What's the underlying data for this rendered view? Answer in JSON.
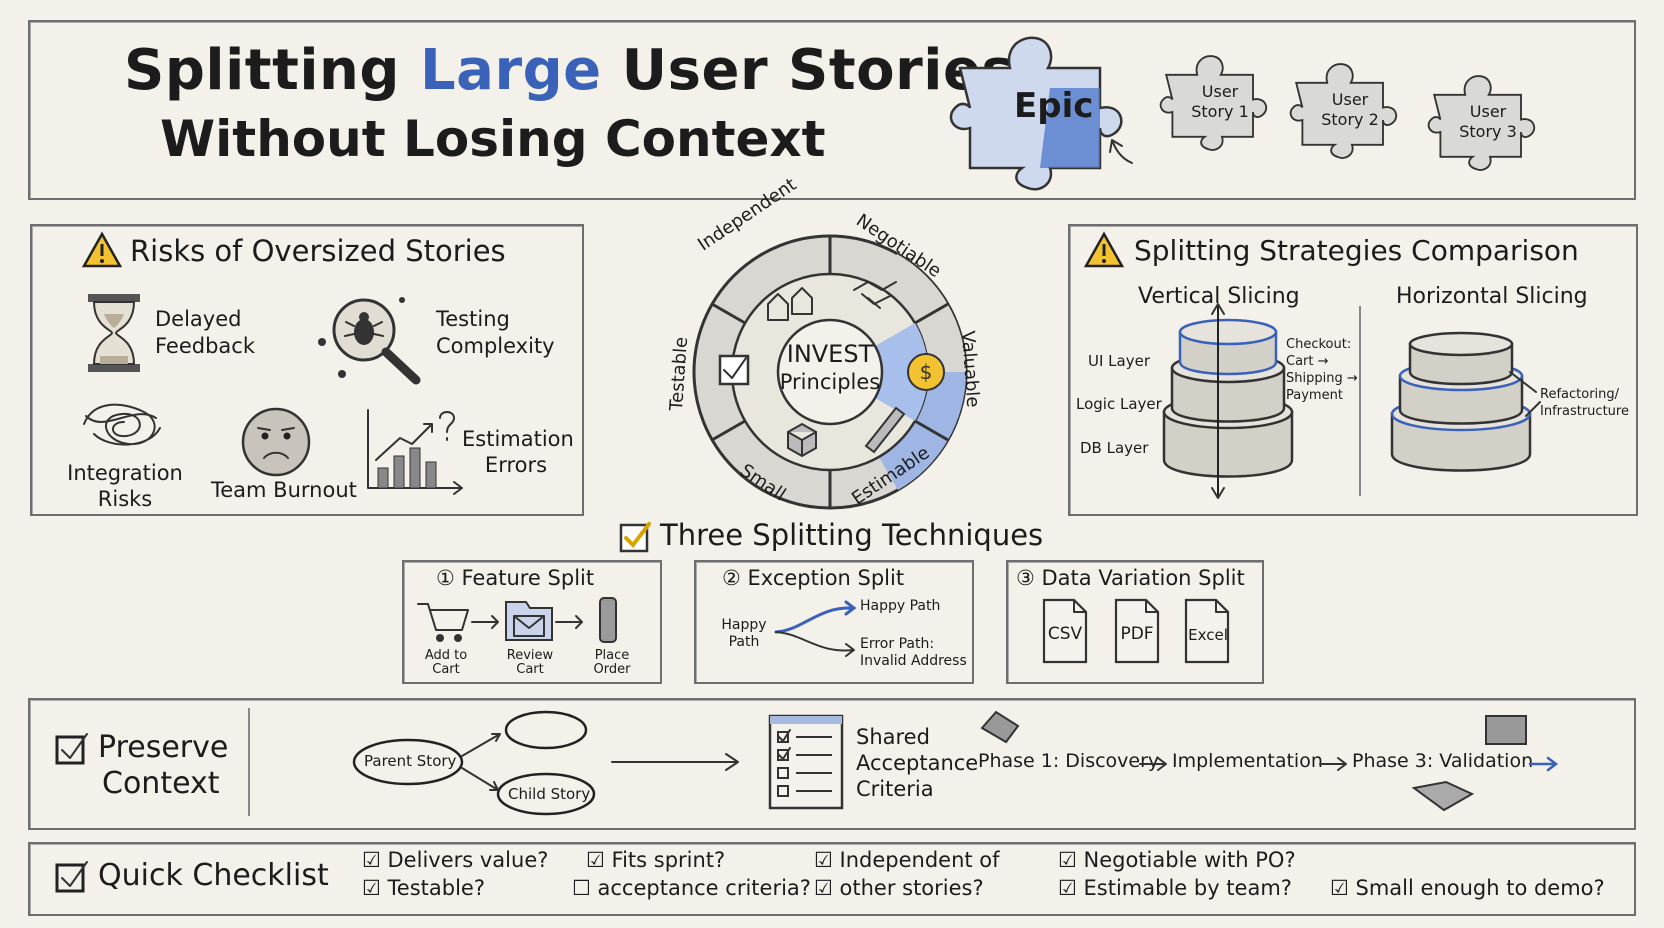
{
  "header": {
    "title_part1": "Splitting ",
    "title_highlight": "Large",
    "title_part2": " User Stories",
    "title_line2": "Without Losing Context",
    "puzzle": {
      "epic": "Epic",
      "story1": "User Story 1",
      "story2": "User Story 2",
      "story3": "User Story 3"
    }
  },
  "risks": {
    "title": "Risks of Oversized Stories",
    "items": {
      "delayed": "Delayed Feedback",
      "testing": "Testing Complexity",
      "integration": "Integration Risks",
      "burnout": "Team Burnout",
      "estimation": "Estimation Errors"
    }
  },
  "invest": {
    "center_line1": "INVEST",
    "center_line2": "Principles",
    "segments": [
      "Independent",
      "Negotiable",
      "Valuable",
      "Estimable",
      "Small",
      "Testable"
    ]
  },
  "strategies": {
    "title": "Splitting Strategies Comparison",
    "vertical": {
      "title": "Vertical Slicing",
      "layers": [
        "UI Layer",
        "Logic Layer",
        "DB Layer"
      ],
      "note": "Checkout: Cart → Shipping → Payment"
    },
    "horizontal": {
      "title": "Horizontal Slicing",
      "note": "Refactoring/ Infrastructure"
    }
  },
  "techniques": {
    "title": "Three Splitting Techniques",
    "feature": {
      "title": "① Feature Split",
      "steps": [
        "Add to Cart",
        "Review Cart",
        "Place Order"
      ]
    },
    "exception": {
      "title": "② Exception Split",
      "start": "Happy Path",
      "happy": "Happy Path",
      "error": "Error Path: Invalid Address"
    },
    "data": {
      "title": "③ Data Variation Split",
      "formats": [
        "CSV",
        "PDF",
        "Excel"
      ]
    }
  },
  "preserve": {
    "title_line1": "Preserve",
    "title_line2": "Context",
    "parent": "Parent Story",
    "child": "Child Story",
    "criteria": "Shared Acceptance Criteria",
    "phase1": "Phase 1: Discovery",
    "phase2": "Implementation",
    "phase3": "Phase 3: Validation"
  },
  "checklist": {
    "title": "Quick Checklist",
    "items": [
      "Delivers value?",
      "Testable?",
      "Fits sprint?",
      "acceptance criteria?",
      "Independent of",
      "other stories?",
      "Negotiable with PO?",
      "Estimable by team?",
      "Small enough to demo?"
    ]
  },
  "colors": {
    "accent_blue": "#3a62b8",
    "warning_yellow": "#f2c230",
    "ink": "#1c1c1c"
  }
}
